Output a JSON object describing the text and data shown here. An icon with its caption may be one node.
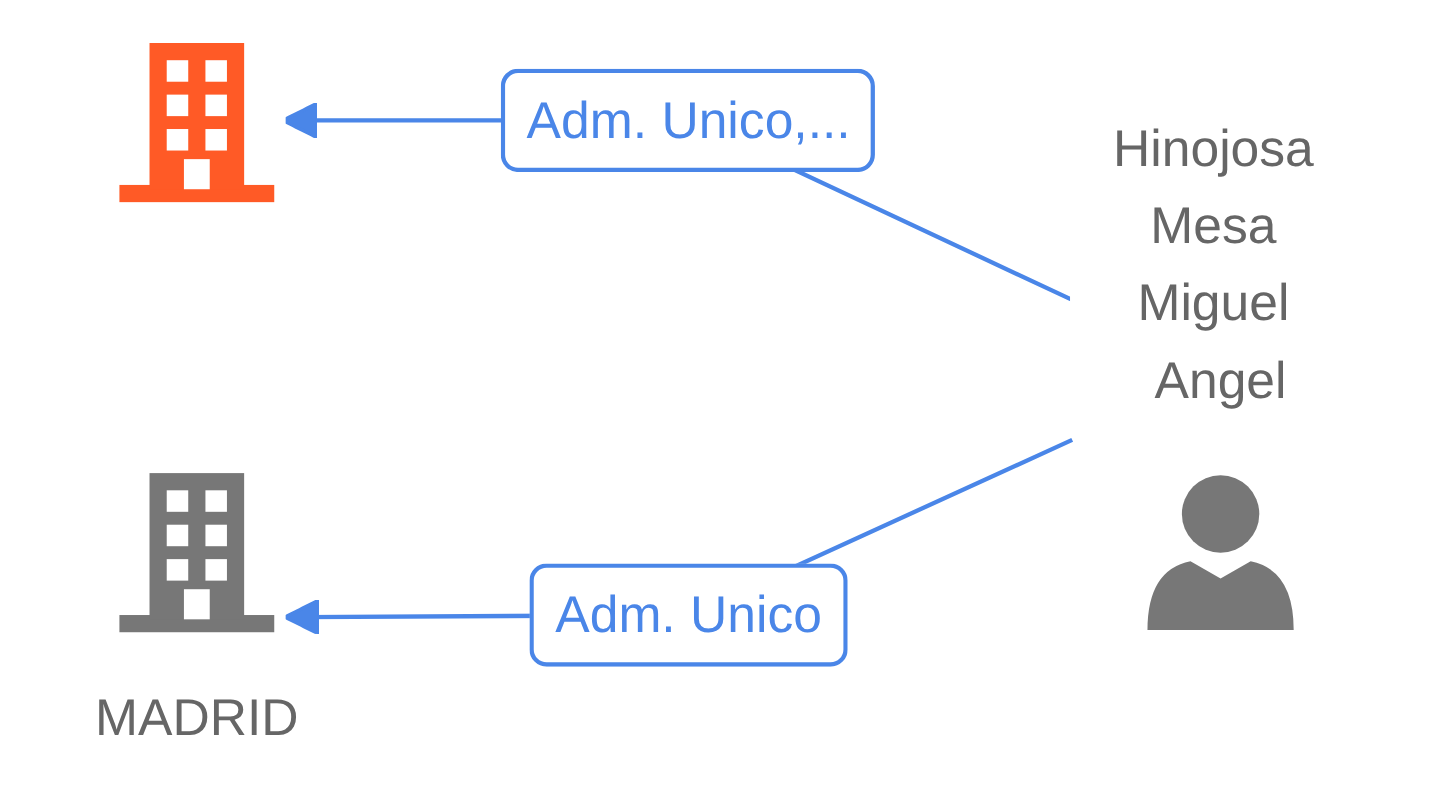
{
  "diagram": {
    "nodes": [
      {
        "text": [],
        "shape": "picture"
      },
      {
        "text": [
          "Hinojosa Mesa Miguel Angel"
        ]
      },
      {
        "text": [
          "MADRID"
        ]
      }
    ],
    "edges": [
      {
        "from": 1,
        "to": 0,
        "arrow": "to",
        "label": "Adm. Unico,..."
      },
      {
        "from": 1,
        "to": 2,
        "arrow": "to",
        "label": "Adm. Unico"
      }
    ]
  }
}
